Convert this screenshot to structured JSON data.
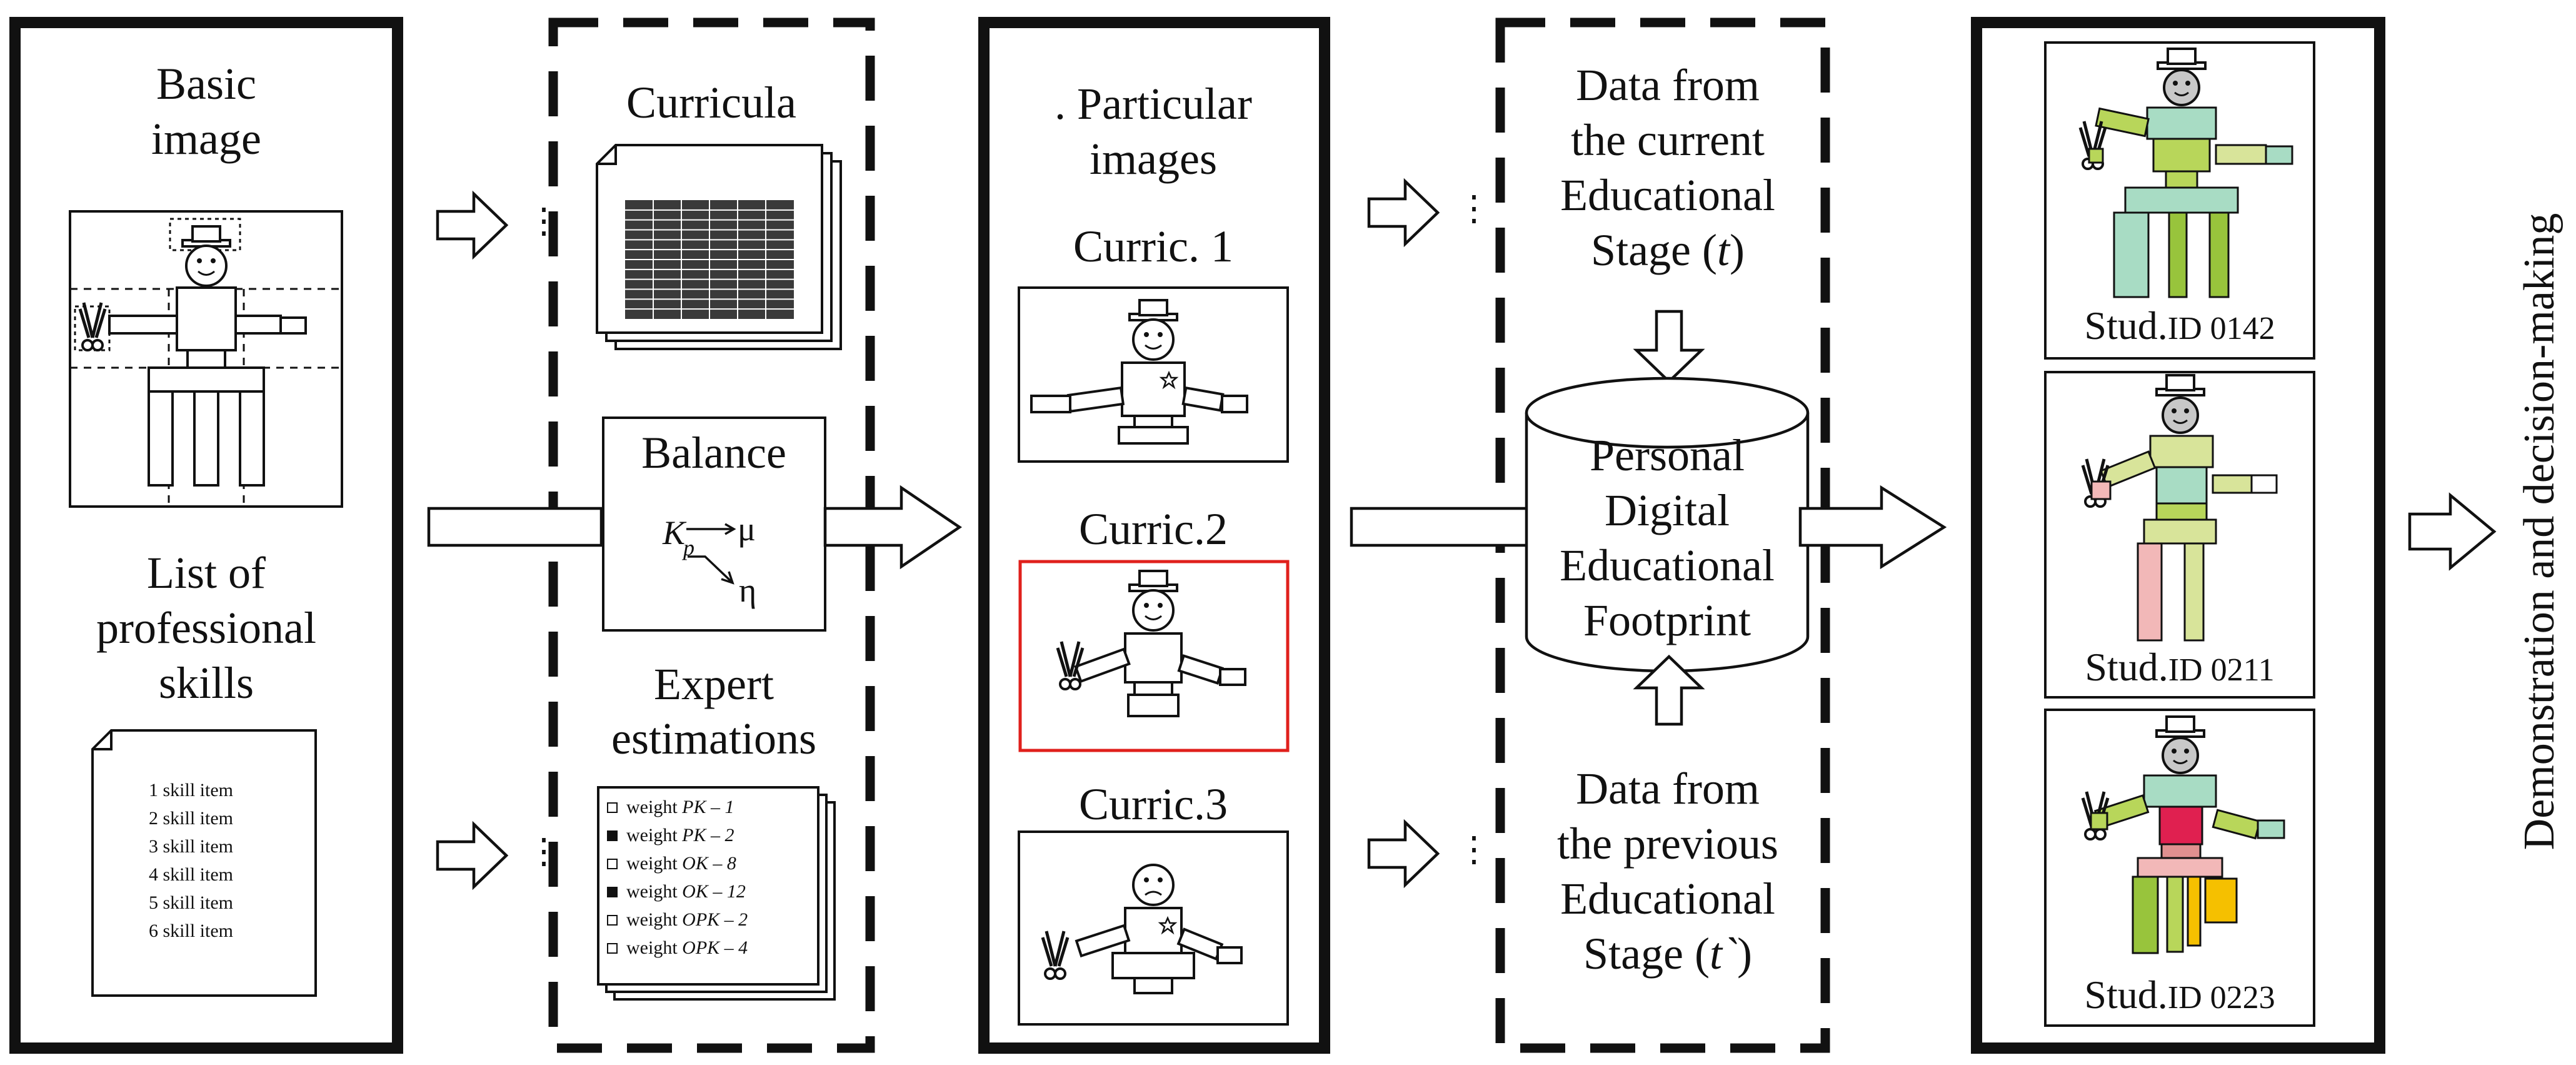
{
  "panel1": {
    "title_line1": "Basic",
    "title_line2": "image",
    "list_title": [
      "List of",
      "professional",
      "skills"
    ],
    "skill_items": [
      "1 skill item",
      "2 skill item",
      "3 skill item",
      "4 skill item",
      "5 skill item",
      "6 skill item"
    ]
  },
  "panel2": {
    "curricula_title": "Curricula",
    "balance_title": "Balance",
    "balance_formula": {
      "k": "K",
      "k_sub": "p",
      "mu": "μ",
      "eta": "η"
    },
    "expert_title": [
      "Expert",
      "estimations"
    ],
    "weights": [
      {
        "prefix": "weight ",
        "code": "PK – 1",
        "filled": false
      },
      {
        "prefix": "weight ",
        "code": "PK – 2",
        "filled": true
      },
      {
        "prefix": "weight ",
        "code": "OK – 8",
        "filled": false
      },
      {
        "prefix": "weight ",
        "code": "OK – 12",
        "filled": true
      },
      {
        "prefix": "weight ",
        "code": "OPK – 2",
        "filled": false
      },
      {
        "prefix": "weight ",
        "code": "OPK – 4",
        "filled": false
      }
    ]
  },
  "panel3": {
    "title": [
      ". Particular",
      "images"
    ],
    "curricula": [
      "Curric. 1",
      "Curric.2",
      "Curric.3"
    ],
    "highlight_color": "#e0201c"
  },
  "panel4": {
    "current_lines": [
      "Data from",
      "the current",
      "Educational",
      "Stage ("
    ],
    "current_var": "t",
    "db_lines": [
      "Personal",
      "Digital",
      "Educational",
      "Footprint"
    ],
    "previous_lines": [
      "Data from",
      "the previous",
      "Educational",
      "Stage ("
    ],
    "previous_var": "t`"
  },
  "panel5": {
    "students": [
      {
        "prefix": "Stud.",
        "id": "ID 0142"
      },
      {
        "prefix": "Stud.",
        "id": "ID 0211"
      },
      {
        "prefix": "Stud.",
        "id": "ID 0223"
      }
    ]
  },
  "side_label": "Demonstration and decision-making",
  "colors": {
    "mint": "#a8dcc4",
    "lime": "#b8d65a",
    "olive": "#98c43c",
    "pale": "#d8e49a",
    "pink": "#f2b8b8",
    "red": "#e02050",
    "orange": "#f5c000",
    "gray": "#c8c8c8"
  }
}
